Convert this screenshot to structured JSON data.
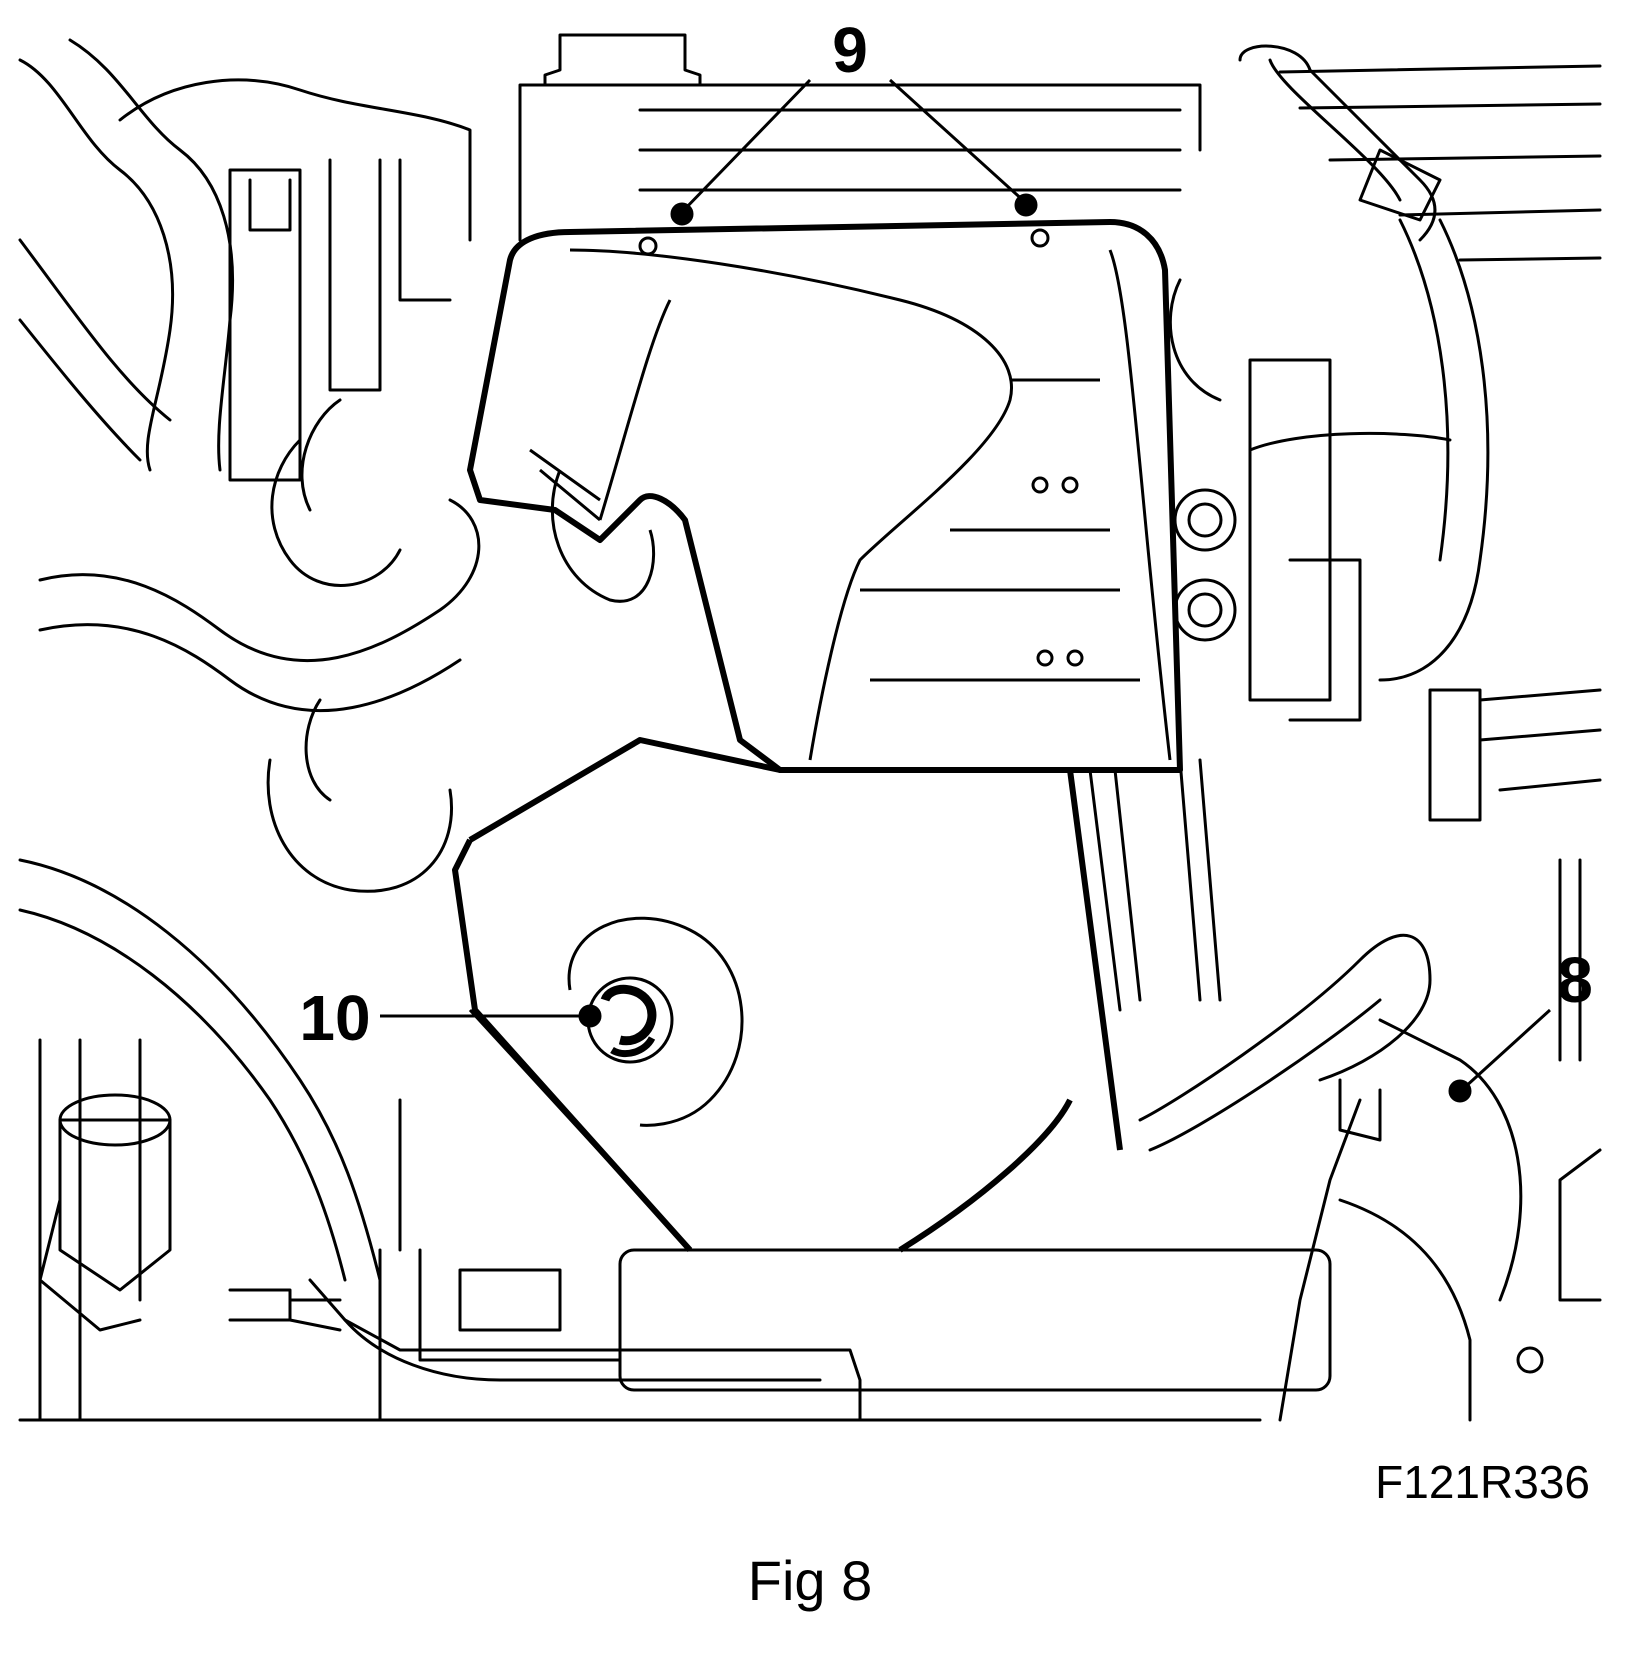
{
  "callouts": {
    "top": "9",
    "left": "10",
    "right": "8"
  },
  "drawing_code": "F121R336",
  "caption": "Fig 8",
  "colors": {
    "line": "#000000",
    "background": "#ffffff"
  }
}
